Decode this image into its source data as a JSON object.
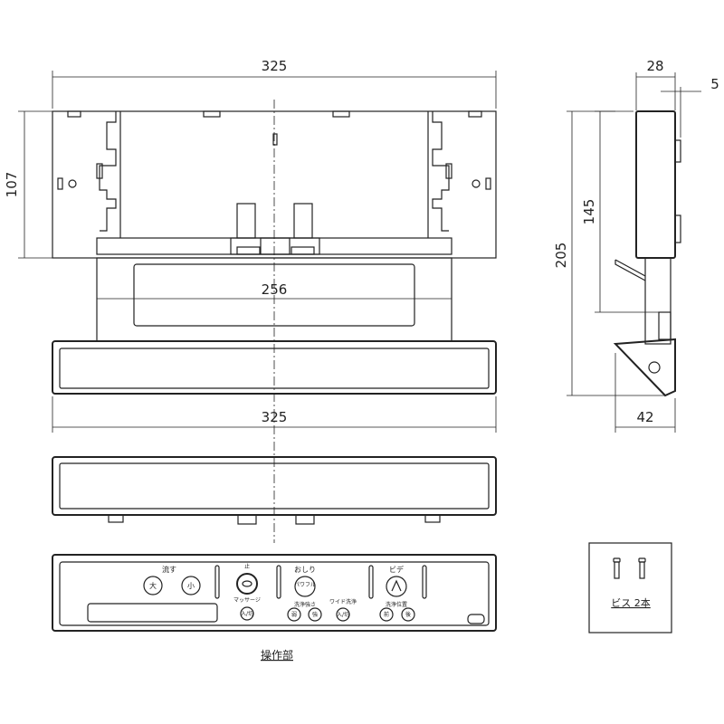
{
  "dimensions": {
    "top_width": "325",
    "top_height": "107",
    "inner_width": "256",
    "panel_width": "325",
    "side_depth": "28",
    "side_offset": "5",
    "side_mount_height": "145",
    "side_total_height": "205",
    "side_bottom_depth": "42"
  },
  "panel": {
    "flush_label": "流す",
    "big_button": "大",
    "small_button": "小",
    "stop_label": "止",
    "massage_label": "マッサージ",
    "massage_toggle": "入/切",
    "oshiri_label": "おしり",
    "powerful_label": "パワフル",
    "strength_label": "洗浄強さ",
    "weak_button": "弱",
    "strong_button": "強",
    "wide_label": "ワイド洗浄",
    "wide_toggle": "入/切",
    "bidet_label": "ビデ",
    "position_label": "洗浄位置",
    "front_button": "前",
    "back_button": "後"
  },
  "captions": {
    "control_unit": "操作部",
    "screws": "ビス 2本"
  }
}
